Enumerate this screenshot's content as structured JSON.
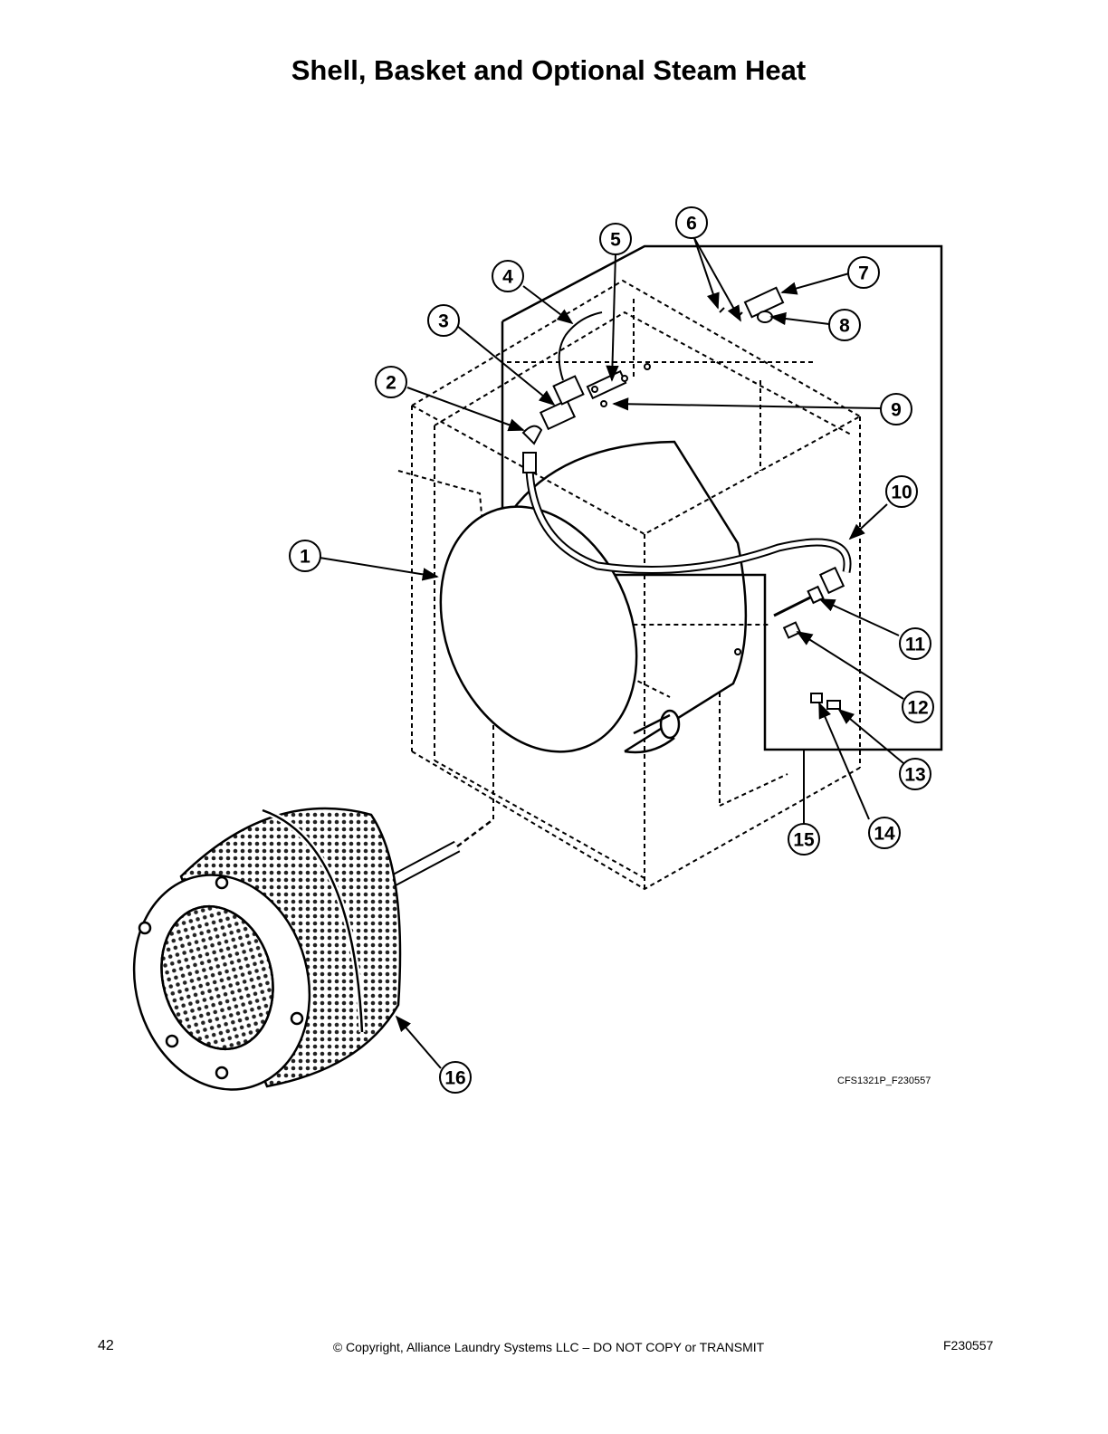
{
  "page": {
    "title": "Shell, Basket and Optional Steam Heat",
    "figure_id": "CFS1321P_F230557",
    "page_number": "42",
    "copyright": "© Copyright, Alliance Laundry Systems LLC – DO NOT COPY or TRANSMIT",
    "document_id": "F230557"
  },
  "callouts": [
    "1",
    "2",
    "3",
    "4",
    "5",
    "6",
    "7",
    "8",
    "9",
    "10",
    "11",
    "12",
    "13",
    "14",
    "15",
    "16"
  ]
}
